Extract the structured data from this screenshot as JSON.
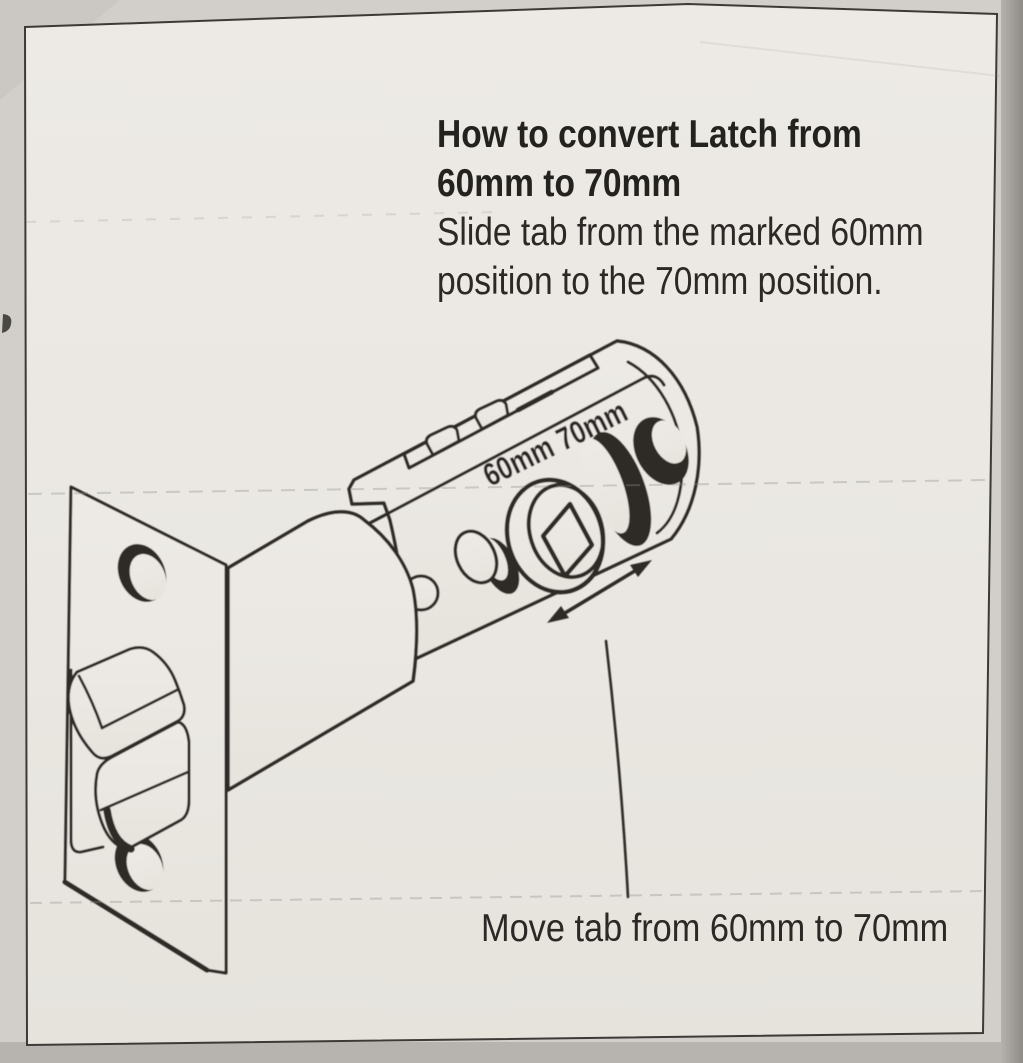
{
  "instruction_panel": {
    "heading_line1": "How to convert Latch from",
    "heading_line2": "60mm to 70mm",
    "subheading_line1": "Slide tab from the marked 60mm",
    "subheading_line2": "position to the 70mm position.",
    "caption": "Move tab from 60mm to 70mm"
  },
  "diagram_labels": {
    "size_60": "60mm",
    "size_70": "70mm"
  },
  "colors": {
    "paper": "#ebe8e3",
    "ink": "#2b2926",
    "photo_background": "#d4d1cd",
    "panel_border": "#3c3a37"
  }
}
